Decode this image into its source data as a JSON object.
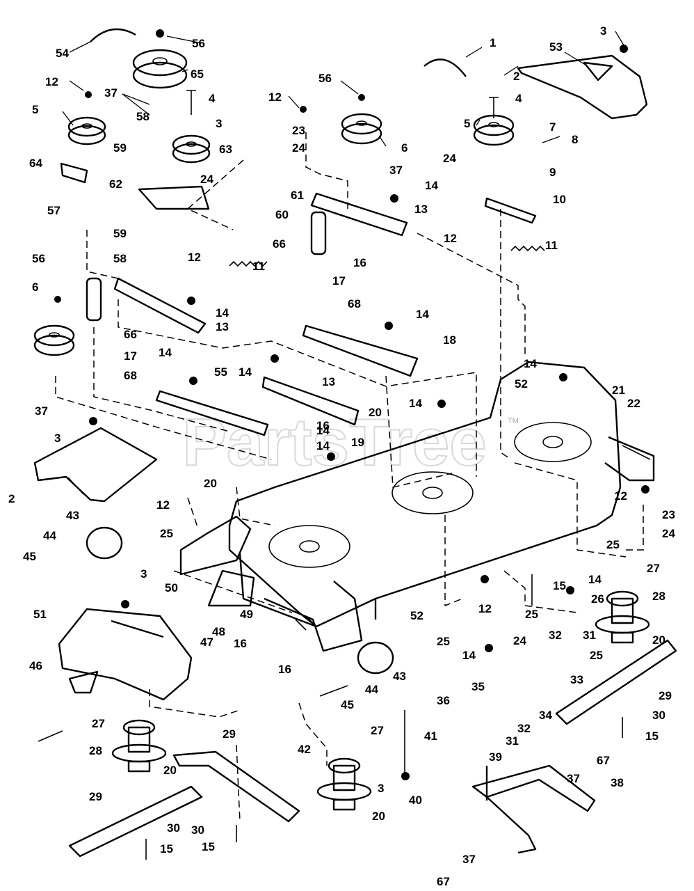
{
  "watermark": "PartsTree",
  "trademark": "TM",
  "callouts": {
    "c1": "1",
    "c2a": "2",
    "c2b": "2",
    "c3a": "3",
    "c3b": "3",
    "c3c": "3",
    "c3d": "3",
    "c3e": "3",
    "c4a": "4",
    "c4b": "4",
    "c5a": "5",
    "c5b": "5",
    "c6a": "6",
    "c6b": "6",
    "c7": "7",
    "c8": "8",
    "c9": "9",
    "c10": "10",
    "c11a": "11",
    "c11b": "11",
    "c12a": "12",
    "c12b": "12",
    "c12c": "12",
    "c12d": "12",
    "c12e": "12",
    "c12f": "12",
    "c12g": "12",
    "c13a": "13",
    "c13b": "13",
    "c13c": "13",
    "c14a": "14",
    "c14b": "14",
    "c14c": "14",
    "c14d": "14",
    "c14e": "14",
    "c14f": "14",
    "c14g": "14",
    "c14h": "14",
    "c14i": "14",
    "c14j": "14",
    "c14k": "14",
    "c15a": "15",
    "c15b": "15",
    "c15c": "15",
    "c15d": "15",
    "c16a": "16",
    "c16b": "16",
    "c16c": "16",
    "c16d": "16",
    "c17a": "17",
    "c17b": "17",
    "c18": "18",
    "c19": "19",
    "c20a": "20",
    "c20b": "20",
    "c20c": "20",
    "c20d": "20",
    "c20e": "20",
    "c21": "21",
    "c22": "22",
    "c23a": "23",
    "c23b": "23",
    "c24a": "24",
    "c24b": "24",
    "c24c": "24",
    "c24d": "24",
    "c24e": "24",
    "c25a": "25",
    "c25b": "25",
    "c25c": "25",
    "c25d": "25",
    "c25e": "25",
    "c26": "26",
    "c27a": "27",
    "c27b": "27",
    "c27c": "27",
    "c28a": "28",
    "c28b": "28",
    "c29a": "29",
    "c29b": "29",
    "c29c": "29",
    "c30a": "30",
    "c30b": "30",
    "c30c": "30",
    "c31a": "31",
    "c31b": "31",
    "c32a": "32",
    "c32b": "32",
    "c33": "33",
    "c34": "34",
    "c35": "35",
    "c36": "36",
    "c37a": "37",
    "c37b": "37",
    "c37c": "37",
    "c37d": "37",
    "c37e": "37",
    "c38": "38",
    "c39": "39",
    "c40": "40",
    "c41": "41",
    "c42": "42",
    "c43a": "43",
    "c43b": "43",
    "c44a": "44",
    "c44b": "44",
    "c45a": "45",
    "c45b": "45",
    "c46": "46",
    "c47": "47",
    "c48": "48",
    "c49": "49",
    "c50": "50",
    "c51": "51",
    "c52a": "52",
    "c52b": "52",
    "c53": "53",
    "c54": "54",
    "c55": "55",
    "c56a": "56",
    "c56b": "56",
    "c56c": "56",
    "c57": "57",
    "c58a": "58",
    "c58b": "58",
    "c59a": "59",
    "c59b": "59",
    "c60": "60",
    "c61": "61",
    "c62": "62",
    "c63": "63",
    "c64": "64",
    "c65": "65",
    "c66a": "66",
    "c66b": "66",
    "c67a": "67",
    "c67b": "67",
    "c68a": "68",
    "c68b": "68"
  }
}
